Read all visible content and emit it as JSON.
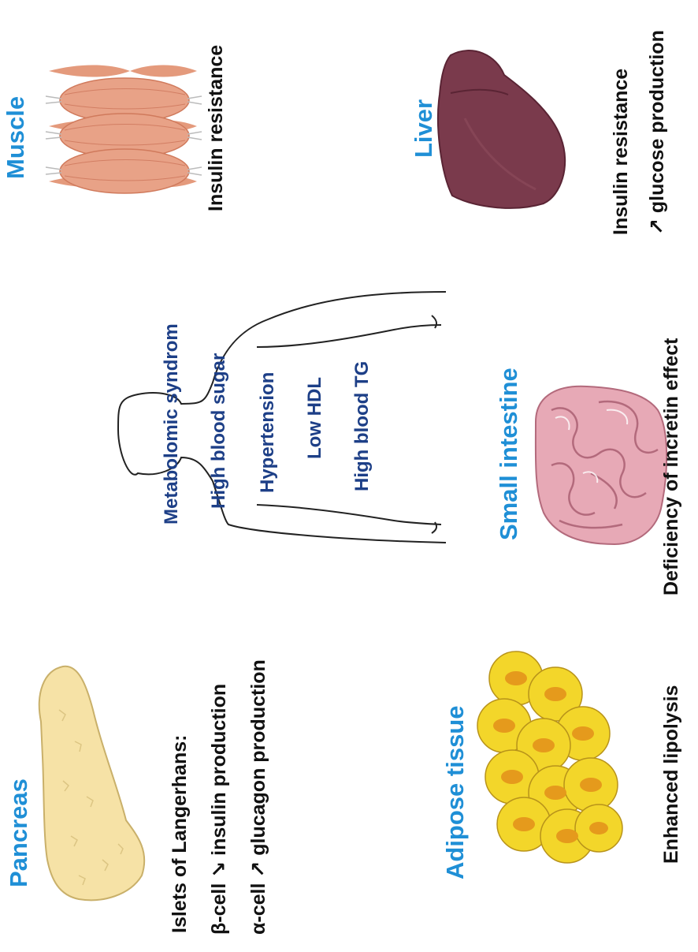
{
  "organs": {
    "pancreas": {
      "title": "Pancreas",
      "lines": [
        "Islets of Langerhans:",
        "β-cell ↘ insulin production",
        "α-cell ↗ glucagon production"
      ]
    },
    "adipose": {
      "title": "Adipose tissue",
      "lines": [
        "Enhanced lipolysis"
      ]
    },
    "muscle": {
      "title": "Muscle",
      "lines": [
        "Insulin resistance"
      ]
    },
    "liver": {
      "title": "Liver",
      "lines": [
        "Insulin resistance",
        "↗ glucose production"
      ]
    },
    "intestine": {
      "title": "Small intestine",
      "lines": [
        "Deficiency of incretin effect"
      ]
    }
  },
  "syndrome": {
    "items": [
      "Metabolomic syndrom",
      "High blood sugar",
      "Hypertension",
      "Low HDL",
      "High blood TG"
    ]
  },
  "colors": {
    "organ_title": "#1f8fd6",
    "syndrome_text": "#1d3f87",
    "pancreas": "#f6e2a6",
    "muscle": "#e49a7c",
    "liver": "#7a3a4c",
    "intestine": "#e7a9b6",
    "adipose": "#f3d62a"
  }
}
